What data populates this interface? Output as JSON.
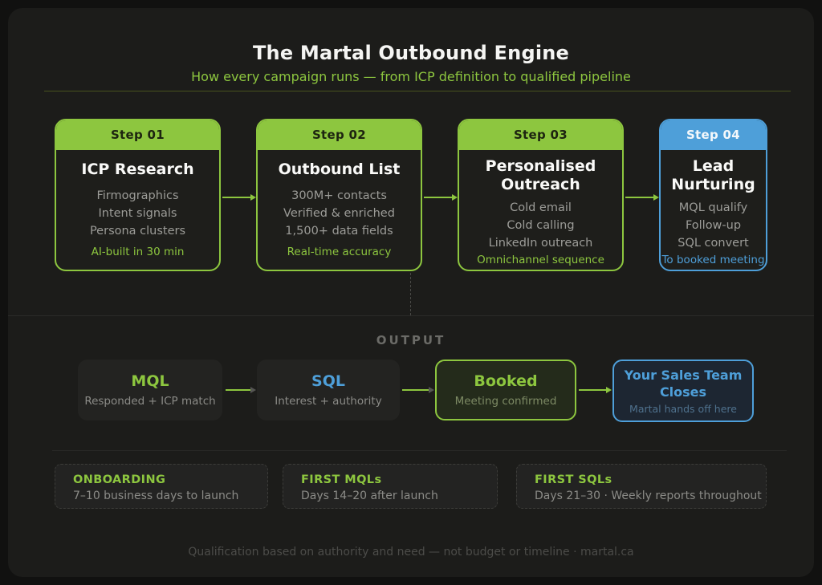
{
  "header": {
    "title": "The Martal Outbound Engine",
    "subtitle": "How every campaign runs — from ICP definition to qualified pipeline"
  },
  "steps": [
    {
      "badge": "Step 01",
      "title": "ICP Research",
      "items": [
        "Firmographics",
        "Intent signals",
        "Persona clusters"
      ],
      "accent": "AI-built in 30 min",
      "theme": "green"
    },
    {
      "badge": "Step 02",
      "title": "Outbound List",
      "items": [
        "300M+ contacts",
        "Verified & enriched",
        "1,500+ data fields"
      ],
      "accent": "Real-time accuracy",
      "theme": "green"
    },
    {
      "badge": "Step 03",
      "title": "Personalised Outreach",
      "items": [
        "Cold email",
        "Cold calling",
        "LinkedIn outreach"
      ],
      "accent": "Omnichannel sequence",
      "theme": "green"
    },
    {
      "badge": "Step 04",
      "title": "Lead Nurturing",
      "items": [
        "MQL qualify",
        "Follow-up",
        "SQL convert"
      ],
      "accent": "To booked meeting",
      "theme": "blue"
    }
  ],
  "output": {
    "label": "OUTPUT",
    "stages": [
      {
        "title": "MQL",
        "subtitle": "Responded + ICP match",
        "theme": "green"
      },
      {
        "title": "SQL",
        "subtitle": "Interest + authority",
        "theme": "blue"
      },
      {
        "title": "Booked",
        "subtitle": "Meeting confirmed",
        "theme": "green-outline"
      },
      {
        "title": "Your Sales Team Closes",
        "subtitle": "Martal hands off here",
        "theme": "blue-outline"
      }
    ]
  },
  "timeline": [
    {
      "label": "ONBOARDING",
      "detail": "7–10 business days to launch"
    },
    {
      "label": "FIRST MQLs",
      "detail": "Days 14–20 after launch"
    },
    {
      "label": "FIRST SQLs",
      "detail": "Days 21–30 · Weekly reports throughout"
    }
  ],
  "footer": "Qualification based on authority and need — not budget or timeline · martal.ca",
  "colors": {
    "green": "#8DC63F",
    "blue": "#4E9FD9"
  }
}
